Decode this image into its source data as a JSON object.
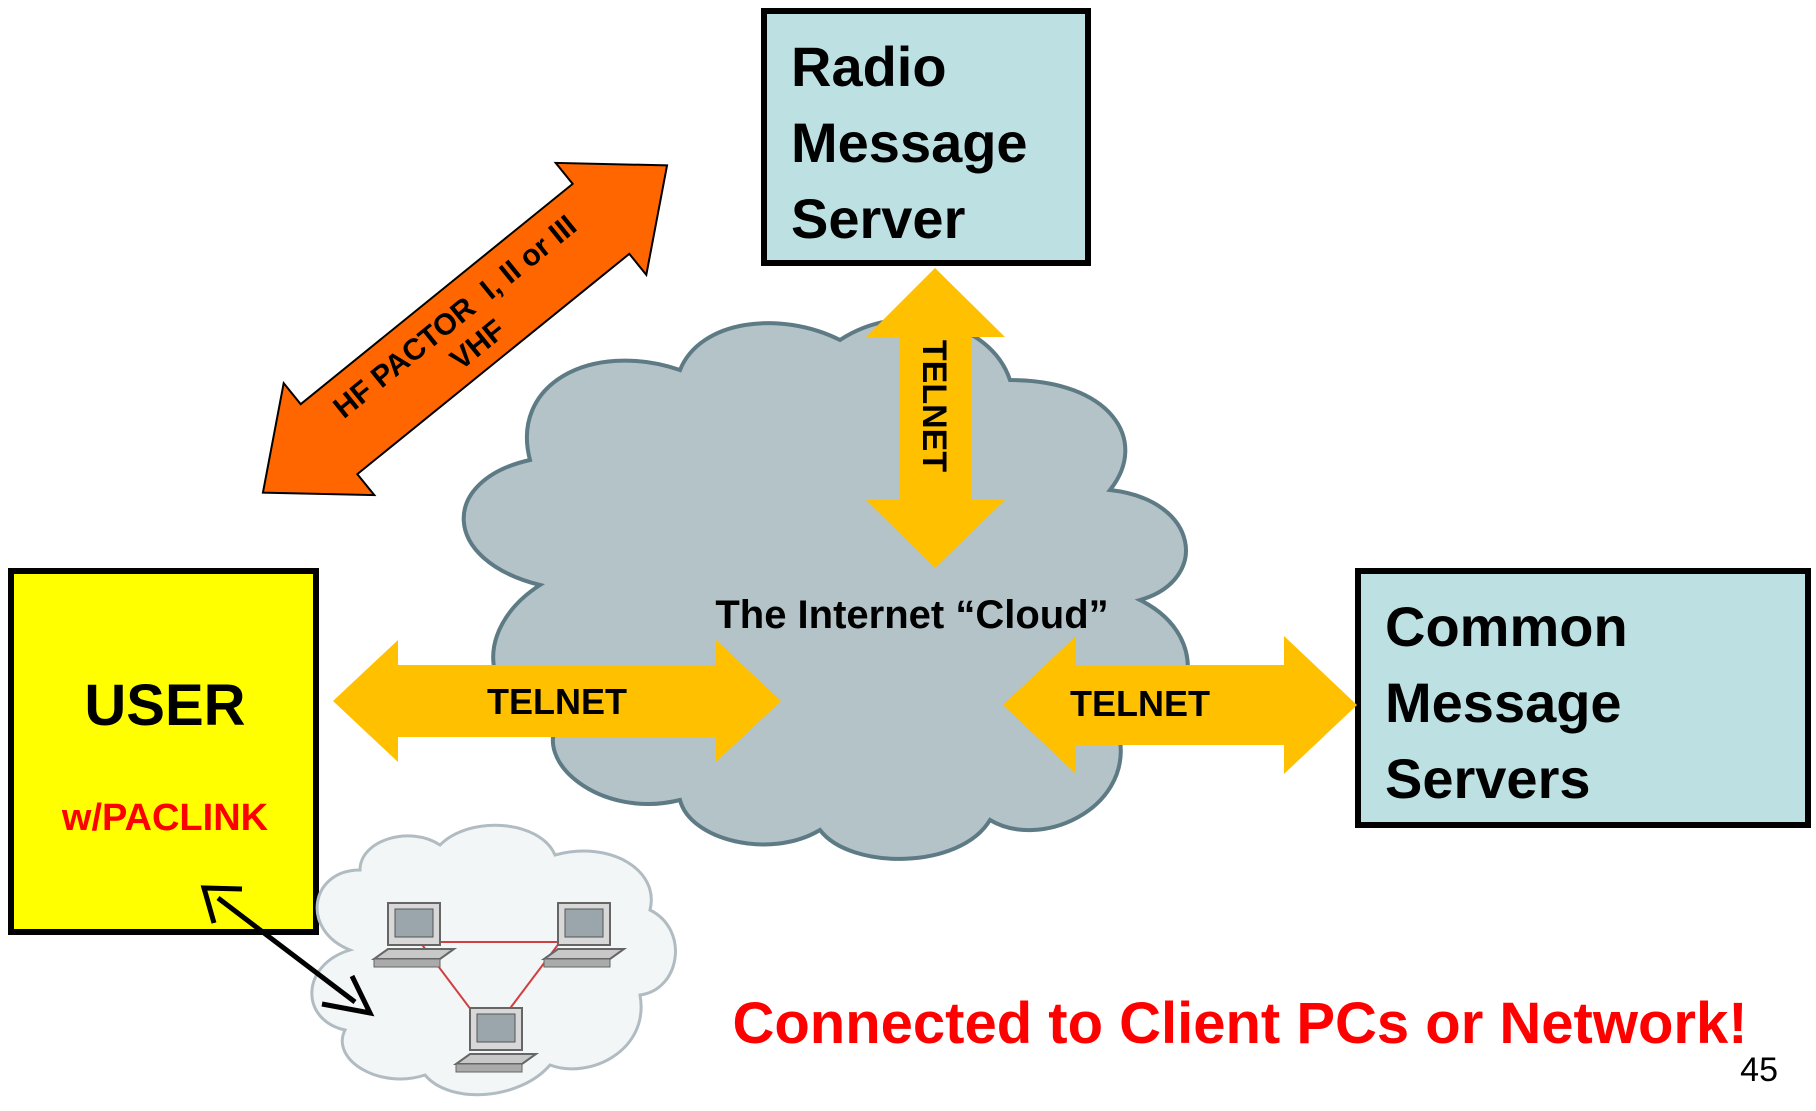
{
  "radio_server": {
    "lines": [
      "Radio",
      "Message",
      "Server"
    ]
  },
  "common_servers": {
    "lines": [
      "Common",
      "Message",
      "Servers"
    ]
  },
  "user_box": {
    "title": "USER",
    "subtitle": "w/PACLINK"
  },
  "cloud": {
    "label": "The Internet “Cloud”"
  },
  "links": {
    "radio_line1": "HF PACTOR  I, II or III",
    "radio_line2": "VHF",
    "telnet_vertical": "TELNET",
    "telnet_left": "TELNET",
    "telnet_right": "TELNET"
  },
  "footer": {
    "connected": "Connected to Client PCs or Network!",
    "page_number": "45"
  },
  "colors": {
    "server_fill": "#bde1e3",
    "user_fill": "#ffff00",
    "cloud_fill": "#b3c3c8",
    "telnet_arrow": "#ffc000",
    "radio_arrow": "#ff6600",
    "accent_red": "#ff0000"
  },
  "icons": [
    "computer-icon",
    "computer-icon",
    "computer-icon",
    "network-cloud-icon"
  ]
}
